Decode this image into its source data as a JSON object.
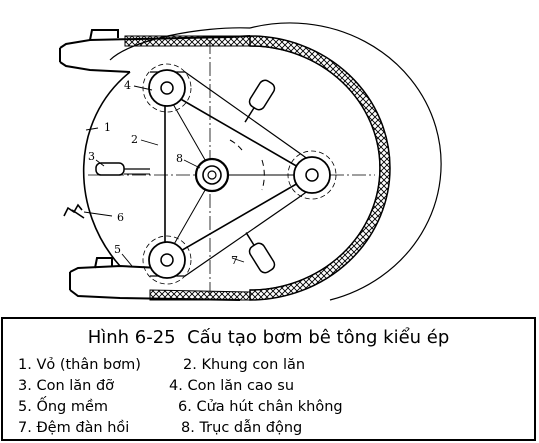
{
  "figure": {
    "callouts": [
      "1",
      "2",
      "3",
      "4",
      "5",
      "6",
      "7",
      "8"
    ]
  },
  "caption": {
    "title": "Hình 6-25  Cấu tạo bơm bê tông kiểu ép",
    "legend": [
      "1. Vỏ (thân bơm)",
      "2. Khung con lăn",
      "3. Con lăn đỡ",
      "4. Con lăn cao su",
      "5. Ống mềm",
      "6. Cửa hút chân không",
      "7. Đệm đàn hồi",
      "8. Trục dẫn động"
    ]
  }
}
